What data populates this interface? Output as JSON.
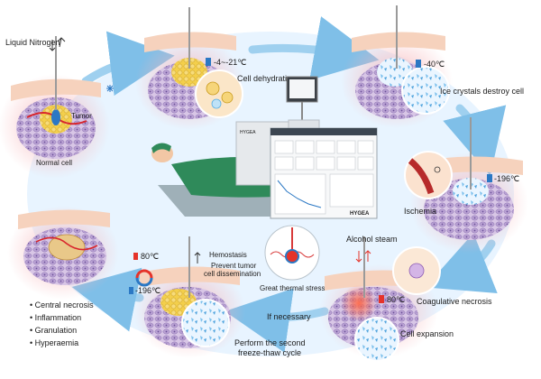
{
  "labels": {
    "liquid_nitrogen": "Liquid Nitrogen",
    "tumor": "Tumor",
    "normal_cell": "Normal cell",
    "temp_stage1": "-4~-21℃",
    "cell_dehydration": "Cell dehydration",
    "temp_stage2": "-40℃",
    "ice_crystals": "Ice crystals destroy cell",
    "temp_stage3": "-196℃",
    "ischemia": "Ischemia",
    "alcohol_steam": "Alcohol  steam",
    "coagulative_necrosis": "Coagulative necrosis",
    "temp_heat": "80℃",
    "great_thermal_stress": "Great thermal stress",
    "cell_expansion": "Cell expansion",
    "if_necessary": "If necessary",
    "second_cycle_line1": "Perform the second",
    "second_cycle_line2": "freeze-thaw  cycle",
    "hemostasis_line1": "Hemostasis",
    "hemostasis_line2": "Prevent tumor",
    "hemostasis_line3": "cell dissemination",
    "cycle_hot": "80℃",
    "cycle_cold": "-196℃",
    "device_brand": "HYGEA",
    "device_logo": "HYGEA"
  },
  "outcomes": [
    "Central necrosis",
    "Inflammation",
    "Granulation",
    "Hyperaemia"
  ],
  "colors": {
    "arrow": "#8fc8ec",
    "flow_bg": "#dcefff",
    "skin": "#f6d2bd",
    "tissue": "#cdb8dc",
    "tumor": "#f1c63a",
    "vessel": "#d8262d",
    "ice": "#5aaee5",
    "heat": "#e5332a",
    "cold": "#2b78c4"
  }
}
